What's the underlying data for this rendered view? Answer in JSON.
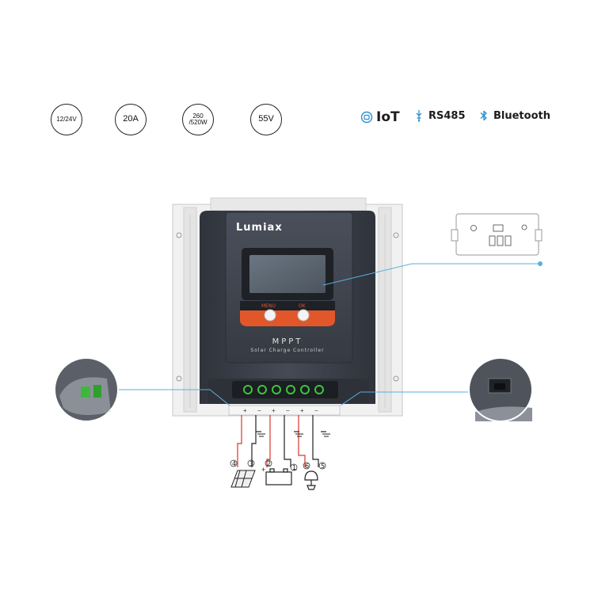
{
  "specs": [
    {
      "line1": "12/24V",
      "line2": ""
    },
    {
      "line1": "20A",
      "line2": ""
    },
    {
      "line1": "260",
      "line2": "/520W"
    },
    {
      "line1": "55V",
      "line2": ""
    }
  ],
  "features": {
    "iot": "IoT",
    "rs485": "RS485",
    "bluetooth": "Bluetooth"
  },
  "device": {
    "brand": "Lumiax",
    "menu_label": "MENU",
    "ok_label": "OK",
    "model": "MPPT",
    "subtitle": "Solar Charge Controller",
    "terminal_signs": [
      "+",
      "−",
      "+",
      "−",
      "+",
      "−"
    ]
  },
  "wiring": {
    "numbers": [
      "4",
      "3",
      "2",
      "1",
      "6",
      "5"
    ]
  },
  "colors": {
    "body": "#3d424c",
    "screen": "#5a6470",
    "accent_orange": "#e2572a",
    "terminal_green": "#3ec43e",
    "callout_blue": "#5aaee0",
    "wire_red": "#d8372b"
  }
}
